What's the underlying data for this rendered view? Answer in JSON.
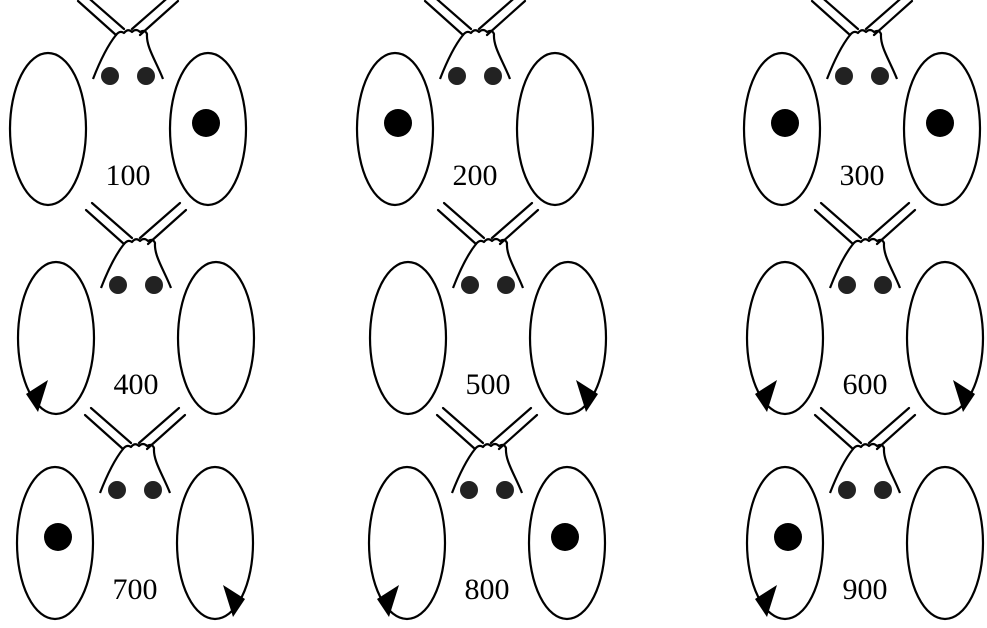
{
  "figure": {
    "items": [
      {
        "label": "100",
        "left_eye": "blank",
        "right_eye": "dot"
      },
      {
        "label": "200",
        "left_eye": "dot",
        "right_eye": "blank"
      },
      {
        "label": "300",
        "left_eye": "dot",
        "right_eye": "dot"
      },
      {
        "label": "400",
        "left_eye": "triangle",
        "right_eye": "blank"
      },
      {
        "label": "500",
        "left_eye": "blank",
        "right_eye": "triangle"
      },
      {
        "label": "600",
        "left_eye": "triangle",
        "right_eye": "triangle"
      },
      {
        "label": "700",
        "left_eye": "dot",
        "right_eye": "triangle"
      },
      {
        "label": "800",
        "left_eye": "triangle",
        "right_eye": "dot"
      },
      {
        "label": "900",
        "left_eye": "dot+triangle",
        "right_eye": "blank"
      }
    ]
  }
}
